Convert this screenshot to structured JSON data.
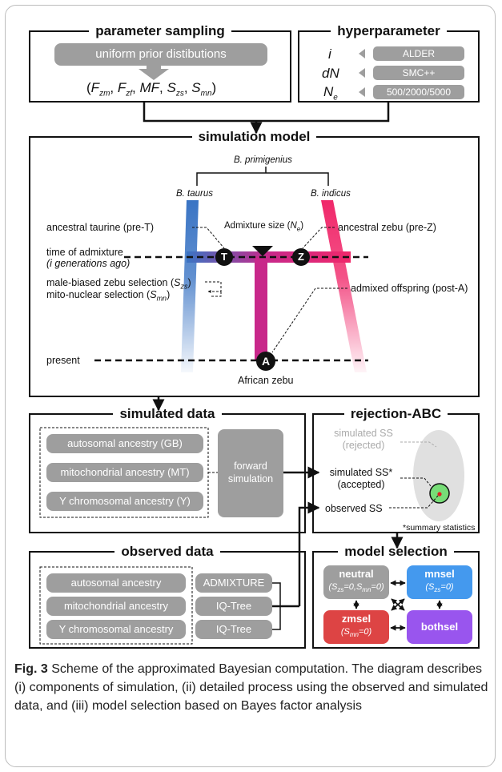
{
  "parameter_sampling": {
    "title": "parameter sampling",
    "prior": "uniform prior distibutions",
    "tuple": "(F_zm, F_zf, MF, S_zs, S_mn)"
  },
  "hyperparameter": {
    "title": "hyperparameter",
    "rows": [
      {
        "symbol": "i",
        "value": "ALDER"
      },
      {
        "symbol": "dN",
        "value": "SMC++"
      },
      {
        "symbol": "N_e",
        "value": "500/2000/5000"
      }
    ]
  },
  "simulation_model": {
    "title": "simulation model",
    "root": "B. primigenius",
    "taurus": "B. taurus",
    "indicus": "B. indicus",
    "pre_t": "ancestral taurine (pre-T)",
    "pre_z": "ancestral zebu (pre-Z)",
    "admix_size": "Admixture size (N_e)",
    "time_line1": "time of admixture",
    "time_line2": "(i generations ago)",
    "sel_line1": "male-biased zebu selection (S_zs)",
    "sel_line2": "mito-nuclear selection (S_mn)",
    "post_a": "admixed offspring (post-A)",
    "present": "present",
    "african": "African zebu",
    "node_t": "T",
    "node_z": "Z",
    "node_a": "A"
  },
  "simulated_data": {
    "title": "simulated data",
    "items": [
      "autosomal ancestry (GB)",
      "mitochondrial ancestry (MT)",
      "Y chromosomal ancestry (Y)"
    ],
    "forward_line1": "forward",
    "forward_line2": "simulation"
  },
  "rejection_abc": {
    "title": "rejection-ABC",
    "rejected_line1": "simulated SS",
    "rejected_line2": "(rejected)",
    "accepted_line1": "simulated SS*",
    "accepted_line2": "(accepted)",
    "observed": "observed SS",
    "footnote": "*summary statistics"
  },
  "observed_data": {
    "title": "observed data",
    "items": [
      "autosomal ancestry",
      "mitochondrial ancestry",
      "Y chromosomal ancestry"
    ],
    "tools": [
      "ADMIXTURE",
      "IQ-Tree",
      "IQ-Tree"
    ]
  },
  "model_selection": {
    "title": "model selection",
    "neutral": "neutral",
    "neutral_sub": "(S_zs=0,S_mn=0)",
    "mnsel": "mnsel",
    "mnsel_sub": "(S_zs=0)",
    "zmsel": "zmsel",
    "zmsel_sub": "(S_mn=0)",
    "bothsel": "bothsel"
  },
  "colors": {
    "taurine": "#3a74c4",
    "zebu": "#f0286a",
    "admixed": "#c8288a",
    "mnsel": "#4499ee",
    "zmsel": "#dd4444",
    "bothsel": "#9955ee",
    "box_gray": "#9e9e9e",
    "accepted": "#77dd77"
  },
  "caption": {
    "fig": "Fig. 3",
    "text": "Scheme of the approximated Bayesian computation. The diagram describes (i) components of simulation, (ii) detailed process using the observed and simulated data, and (iii) model selection based on Bayes factor analysis"
  }
}
